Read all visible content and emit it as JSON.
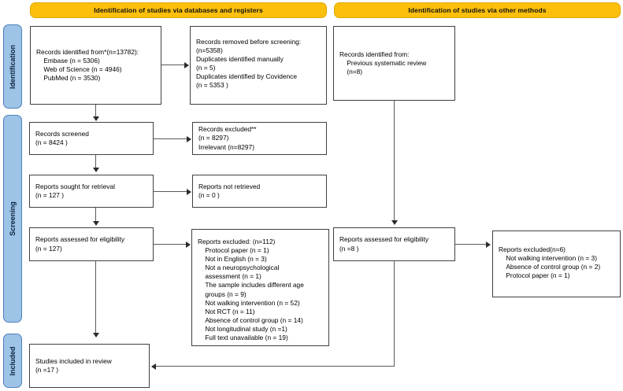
{
  "diagram": {
    "type": "prisma-flow-diagram",
    "headers": [
      {
        "id": "databases",
        "label": "Identification of studies via databases and registers"
      },
      {
        "id": "other",
        "label": "Identification of studies via other methods"
      }
    ],
    "stages": [
      {
        "id": "identification",
        "label": "Identification"
      },
      {
        "id": "screening",
        "label": "Screening"
      },
      {
        "id": "included",
        "label": "Included"
      }
    ],
    "boxes": {
      "records_identified": "Records identified from*(n=13782):\n    Embase (n = 5306)\n    Web of Science (n = 4946)\n    PubMed (n = 3530)",
      "records_removed": "Records removed before screening:\n(n=5358)\nDuplicates identified manually\n(n = 5)\nDuplicates identified by Covidence\n(n = 5353 )",
      "other_identified": "Records identified from:\n    Previous systematic review\n    (n=8)",
      "records_screened": "Records screened\n(n = 8424 )",
      "records_excluded": "Records excluded**\n(n = 8297)\nIrrelevant (n=8297)",
      "reports_sought": "Reports sought for retrieval\n(n = 127 )",
      "reports_not_retrieved": "Reports not retrieved\n(n = 0 )",
      "reports_assessed": "Reports assessed for eligibility\n(n = 127)",
      "reports_excluded": "Reports excluded: (n=112)\n    Protocol paper (n = 1)\n    Not in English (n = 3)\n    Not a neuropsychological\n    assessment (n = 1)\n    The sample includes different age\n    groups (n = 9)\n    Not walking intervention (n = 52)\n    Not RCT (n = 11)\n    Absence of control group (n = 14)\n    Not longitudinal study (n =1)\n    Full text unavailable (n = 19)",
      "other_assessed": "Reports assessed for eligibility\n(n =8 )",
      "other_excluded": "Reports excluded(n=6)\n    Not walking intervention (n = 3)\n    Absence of control group (n = 2)\n    Protocol paper (n = 1)",
      "studies_included": "Studies included in review\n(n =17 )"
    },
    "counts": {
      "total_identified": 13782,
      "embase": 5306,
      "web_of_science": 4946,
      "pubmed": 3530,
      "removed_before_screening": 5358,
      "duplicates_manual": 5,
      "duplicates_covidence": 5353,
      "screened": 8424,
      "excluded_screening": 8297,
      "irrelevant": 8297,
      "sought_retrieval": 127,
      "not_retrieved": 0,
      "assessed_eligibility": 127,
      "excluded_eligibility": 112,
      "other_identified": 8,
      "other_assessed": 8,
      "other_excluded": 6,
      "studies_included": 17
    },
    "colors": {
      "header_fill": "#FBBF0C",
      "header_border": "#E0A800",
      "stage_fill": "#9DC3E6",
      "stage_border": "#4F81BD",
      "box_border": "#404040",
      "connector": "#5a5a5a"
    }
  }
}
